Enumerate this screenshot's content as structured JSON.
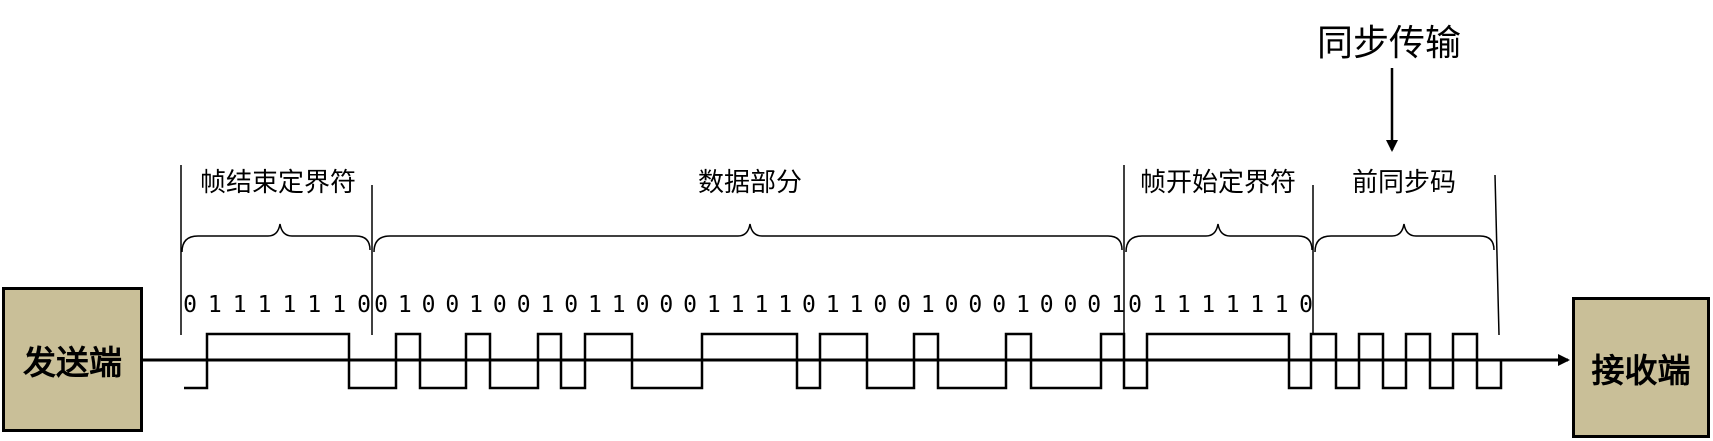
{
  "title": "同步传输",
  "sender_label": "发送端",
  "receiver_label": "接收端",
  "segments": [
    {
      "label": "帧结束定界符",
      "bits": "01111110"
    },
    {
      "label": "数据部分",
      "bits": "0100100101100011110110010001000 1"
    },
    {
      "label": "帧开始定界符",
      "bits": "01111110"
    },
    {
      "label": "前同步码",
      "bits": ""
    }
  ],
  "colors": {
    "box_fill": "#c9bf98",
    "line": "#000000"
  }
}
